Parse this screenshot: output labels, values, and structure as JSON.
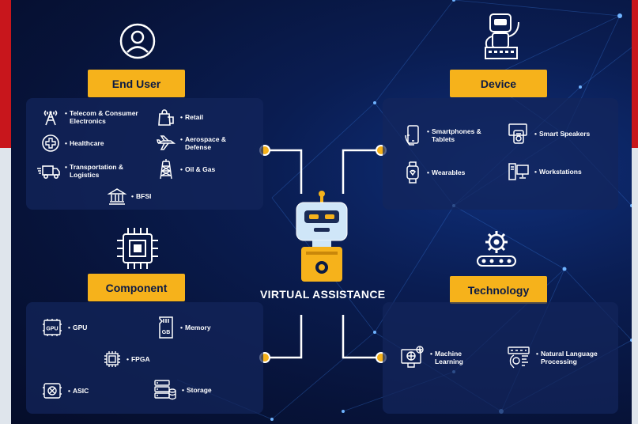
{
  "center": {
    "title": "VIRTUAL ASSISTANCE"
  },
  "sections": {
    "end_user": {
      "title": "End User",
      "items": [
        {
          "label": "Telecom & Consumer\nElectronics",
          "icon": "cell-tower-icon"
        },
        {
          "label": "Retail",
          "icon": "shopping-bag-icon"
        },
        {
          "label": "Healthcare",
          "icon": "medical-cross-icon"
        },
        {
          "label": "Aerospace &\nDefense",
          "icon": "jet-icon"
        },
        {
          "label": "Transportation &\nLogistics",
          "icon": "truck-icon"
        },
        {
          "label": "Oil & Gas",
          "icon": "oil-rig-icon"
        },
        {
          "label": "BFSI",
          "icon": "bank-icon"
        }
      ]
    },
    "device": {
      "title": "Device",
      "items": [
        {
          "label": "Smartphones &\nTablets",
          "icon": "smartphone-icon"
        },
        {
          "label": "Smart Speakers",
          "icon": "smart-speaker-icon"
        },
        {
          "label": "Wearables",
          "icon": "smartwatch-icon"
        },
        {
          "label": "Workstations",
          "icon": "workstation-icon"
        }
      ]
    },
    "component": {
      "title": "Component",
      "items": [
        {
          "label": "GPU",
          "icon": "gpu-icon",
          "icon_text": "GPU"
        },
        {
          "label": "Memory",
          "icon": "memory-card-icon",
          "icon_text": "GB"
        },
        {
          "label": "FPGA",
          "icon": "fpga-chip-icon"
        },
        {
          "label": "ASIC",
          "icon": "asic-chip-icon"
        },
        {
          "label": "Storage",
          "icon": "storage-server-icon"
        }
      ]
    },
    "technology": {
      "title": "Technology",
      "items": [
        {
          "label": "Machine\nLearning",
          "icon": "machine-learning-icon"
        },
        {
          "label": "Natural Language\nProcessing",
          "icon": "nlp-icon"
        }
      ]
    }
  },
  "bullet": "•",
  "colors": {
    "accent": "#f6b21b",
    "background": "#071339",
    "card": "#14265c",
    "connector": "#ffffff",
    "side_red": "#c8161c"
  }
}
